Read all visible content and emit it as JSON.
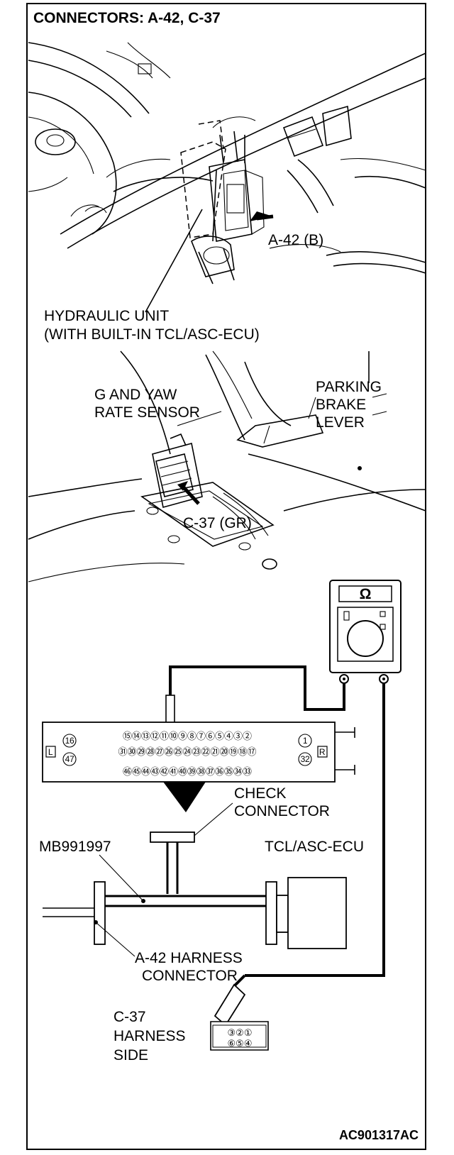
{
  "title": "CONNECTORS: A-42, C-37",
  "figure_id": "AC901317AC",
  "top_view": {
    "connector_callout": "A-42 (B)",
    "unit_label_line1": "HYDRAULIC UNIT",
    "unit_label_line2": "(WITH BUILT-IN TCL/ASC-ECU)"
  },
  "middle_view": {
    "sensor_label_line1": "G AND YAW",
    "sensor_label_line2": "RATE SENSOR",
    "lever_label_line1": "PARKING",
    "lever_label_line2": "BRAKE",
    "lever_label_line3": "LEVER",
    "connector_callout": "C-37 (GR)"
  },
  "meter": {
    "symbol": "Ω"
  },
  "check_connector": {
    "side_left": "L",
    "side_right": "R",
    "row1_pins": "⑮⑭⑬⑫⑪⑩⑨⑧⑦⑥⑤④③②",
    "row2_pins": "㉛㉚㉙㉘㉗㉖㉕㉔㉓㉒㉑⑳⑲⑱⑰",
    "row3_pins": "㊻㊺㊹㊸㊷㊶㊵㊴㊳㊲㊱㉟㉞㉝",
    "pin_16": "16",
    "pin_47": "47",
    "pin_1": "1",
    "pin_32": "32",
    "label_line1": "CHECK",
    "label_line2": "CONNECTOR"
  },
  "harness": {
    "adapter_label": "MB991997",
    "ecu_label": "TCL/ASC-ECU",
    "a42_label_line1": "A-42 HARNESS",
    "a42_label_line2": "CONNECTOR"
  },
  "c37_side": {
    "label_line1": "C-37",
    "label_line2": "HARNESS",
    "label_line3": "SIDE",
    "row1_pins": "③②①",
    "row2_pins": "⑥⑤④"
  }
}
